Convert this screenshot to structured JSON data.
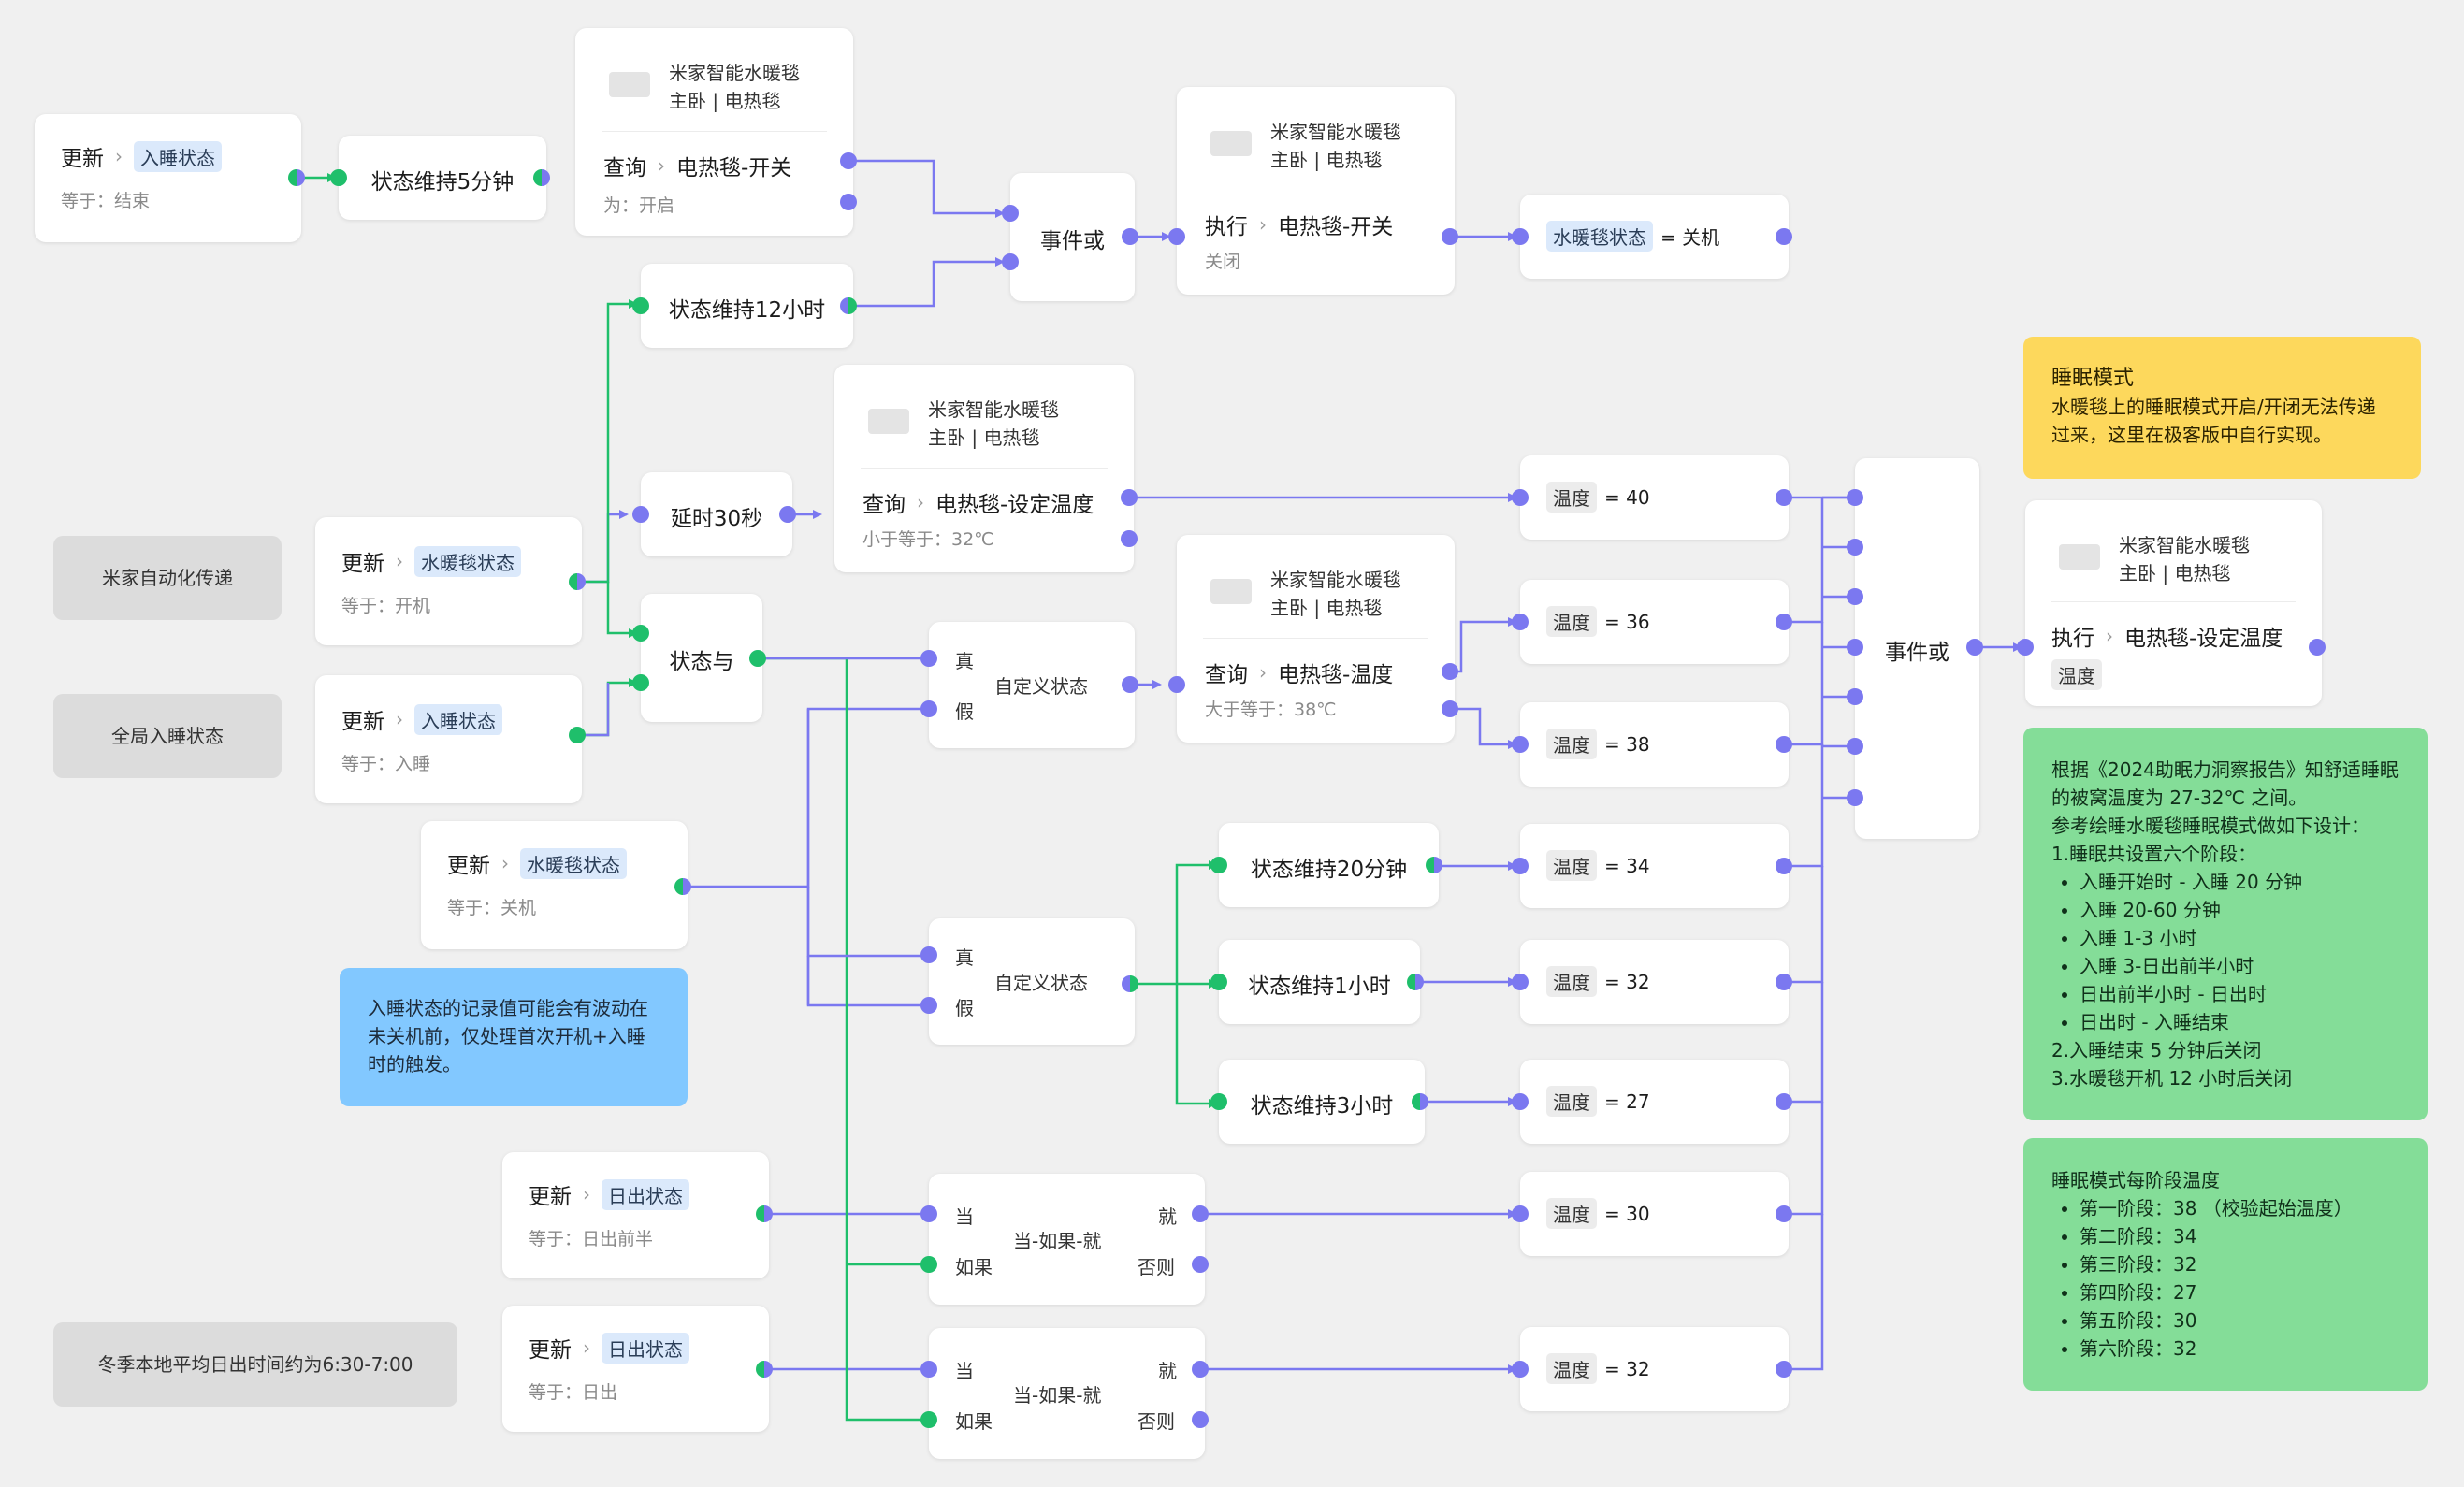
{
  "labels": {
    "update": "更新",
    "query": "查询",
    "execute": "执行",
    "true": "真",
    "false": "假",
    "when": "当",
    "if": "如果",
    "then": "就",
    "else": "否则",
    "event_or": "事件或",
    "state_and": "状态与",
    "custom_state": "自定义状态",
    "when_if_then": "当-如果-就",
    "temperature": "温度",
    "device_name": "米家智能水暖毯",
    "device_room": "主卧 | 电热毯"
  },
  "triggers": {
    "sleep_end": {
      "state": "入睡状态",
      "cond": "等于：结束"
    },
    "blanket_on": {
      "state": "水暖毯状态",
      "cond": "等于：开机"
    },
    "sleep_in": {
      "state": "入睡状态",
      "cond": "等于：入睡"
    },
    "blanket_off": {
      "state": "水暖毯状态",
      "cond": "等于：关机"
    },
    "sunrise_half": {
      "state": "日出状态",
      "cond": "等于：日出前半"
    },
    "sunrise": {
      "state": "日出状态",
      "cond": "等于：日出"
    }
  },
  "durations": {
    "d5m": "状态维持5分钟",
    "d12h": "状态维持12小时",
    "d20m": "状态维持20分钟",
    "d1h": "状态维持1小时",
    "d3h": "状态维持3小时",
    "delay30": "延时30秒"
  },
  "devices": {
    "query_switch": {
      "action": "电热毯-开关",
      "cond": "为：开启"
    },
    "exec_switch": {
      "action": "电热毯-开关",
      "cond": "关闭"
    },
    "query_set_temp": {
      "action": "电热毯-设定温度",
      "cond": "小于等于：32℃"
    },
    "query_temp": {
      "action": "电热毯-温度",
      "cond": "大于等于：38℃"
    },
    "exec_set_temp": {
      "action": "电热毯-设定温度",
      "param": "温度"
    }
  },
  "blanket_status_off": {
    "state": "水暖毯状态",
    "value": "= 关机"
  },
  "temps": {
    "t40": "= 40",
    "t36": "= 36",
    "t38": "= 38",
    "t34": "= 34",
    "t32a": "= 32",
    "t27": "= 27",
    "t30": "= 30",
    "t32b": "= 32"
  },
  "notes": {
    "mijia_pass": "米家自动化传递",
    "global_sleep": "全局入睡状态",
    "sunrise_time": "冬季本地平均日出时间约为6:30-7:00",
    "blue": "入睡状态的记录值可能会有波动在未关机前，仅处理首次开机+入睡时的触发。",
    "yellow_title": "睡眠模式",
    "yellow_body": "水暖毯上的睡眠模式开启/开闭无法传递过来，这里在极客版中自行实现。",
    "green1_lines": [
      "根据《2024助眠力洞察报告》知舒适睡眠的被窝温度为 27-32℃ 之间。",
      "参考绘睡水暖毯睡眠模式做如下设计：",
      "1.睡眠共设置六个阶段："
    ],
    "green1_bullets": [
      "入睡开始时 - 入睡 20 分钟",
      "入睡 20-60 分钟",
      "入睡 1-3 小时",
      "入睡 3-日出前半小时",
      "日出前半小时 - 日出时",
      "日出时 - 入睡结束"
    ],
    "green1_tail": [
      "2.入睡结束 5 分钟后关闭",
      "3.水暖毯开机 12 小时后关闭"
    ],
    "green2_title": "睡眠模式每阶段温度",
    "green2_bullets": [
      "第一阶段：38 （校验起始温度）",
      "第二阶段：34",
      "第三阶段：32",
      "第四阶段：27",
      "第五阶段：30",
      "第六阶段：32"
    ]
  },
  "colors": {
    "wire_purple": "#7b78f0",
    "wire_green": "#1fbf6b"
  }
}
